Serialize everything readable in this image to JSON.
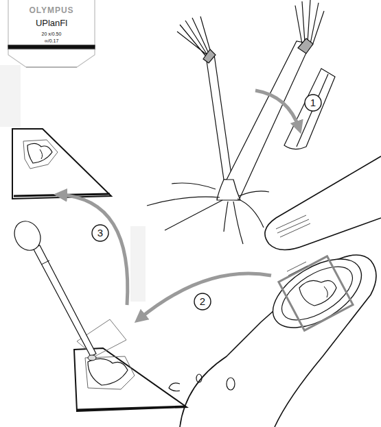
{
  "diagram": {
    "labels": [
      "OLYMPUS",
      "UPlanFl",
      "20 x/0.50",
      "∞/0.17",
      "1",
      "2",
      "3"
    ]
  }
}
